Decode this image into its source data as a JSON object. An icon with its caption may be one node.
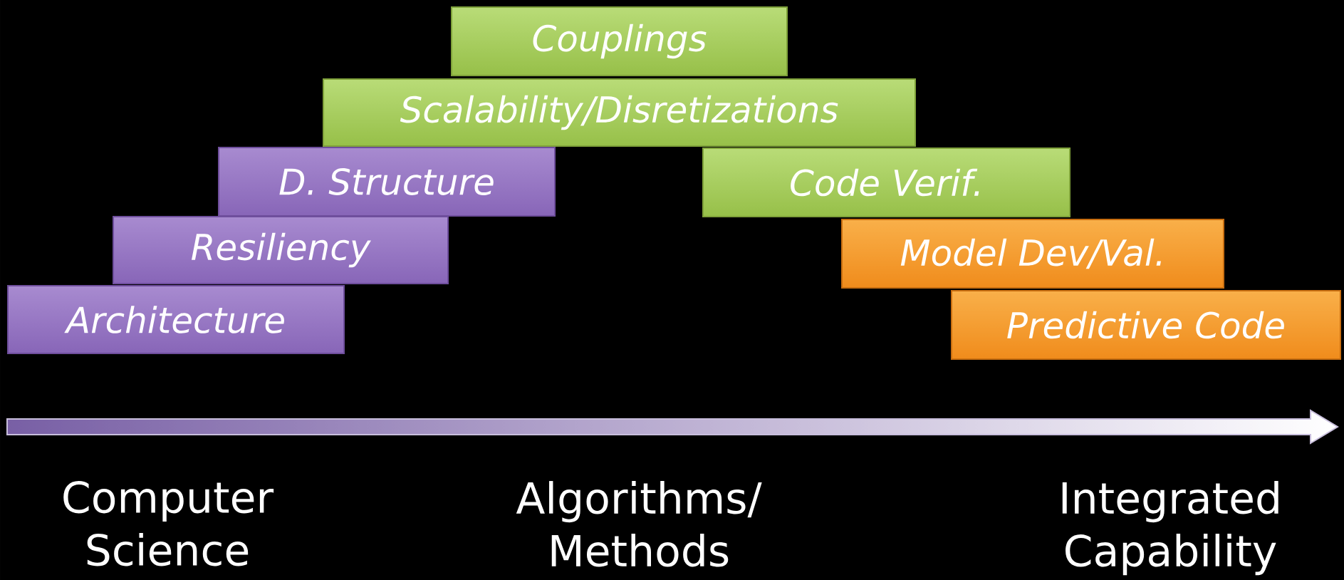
{
  "diagram": {
    "nodes": [
      {
        "text": [
          "Couplings"
        ]
      },
      {
        "text": [
          "Scalability/Disretizations"
        ]
      },
      {
        "text": [
          "D. Structure"
        ]
      },
      {
        "text": [
          "Code Verif."
        ]
      },
      {
        "text": [
          "Resiliency"
        ]
      },
      {
        "text": [
          "Model Dev/Val."
        ]
      },
      {
        "text": [
          "Architecture"
        ]
      },
      {
        "text": [
          "Predictive Code"
        ]
      }
    ],
    "labels": [
      "Computer Science",
      "Algorithms/ Methods",
      "Integrated Capability"
    ]
  }
}
